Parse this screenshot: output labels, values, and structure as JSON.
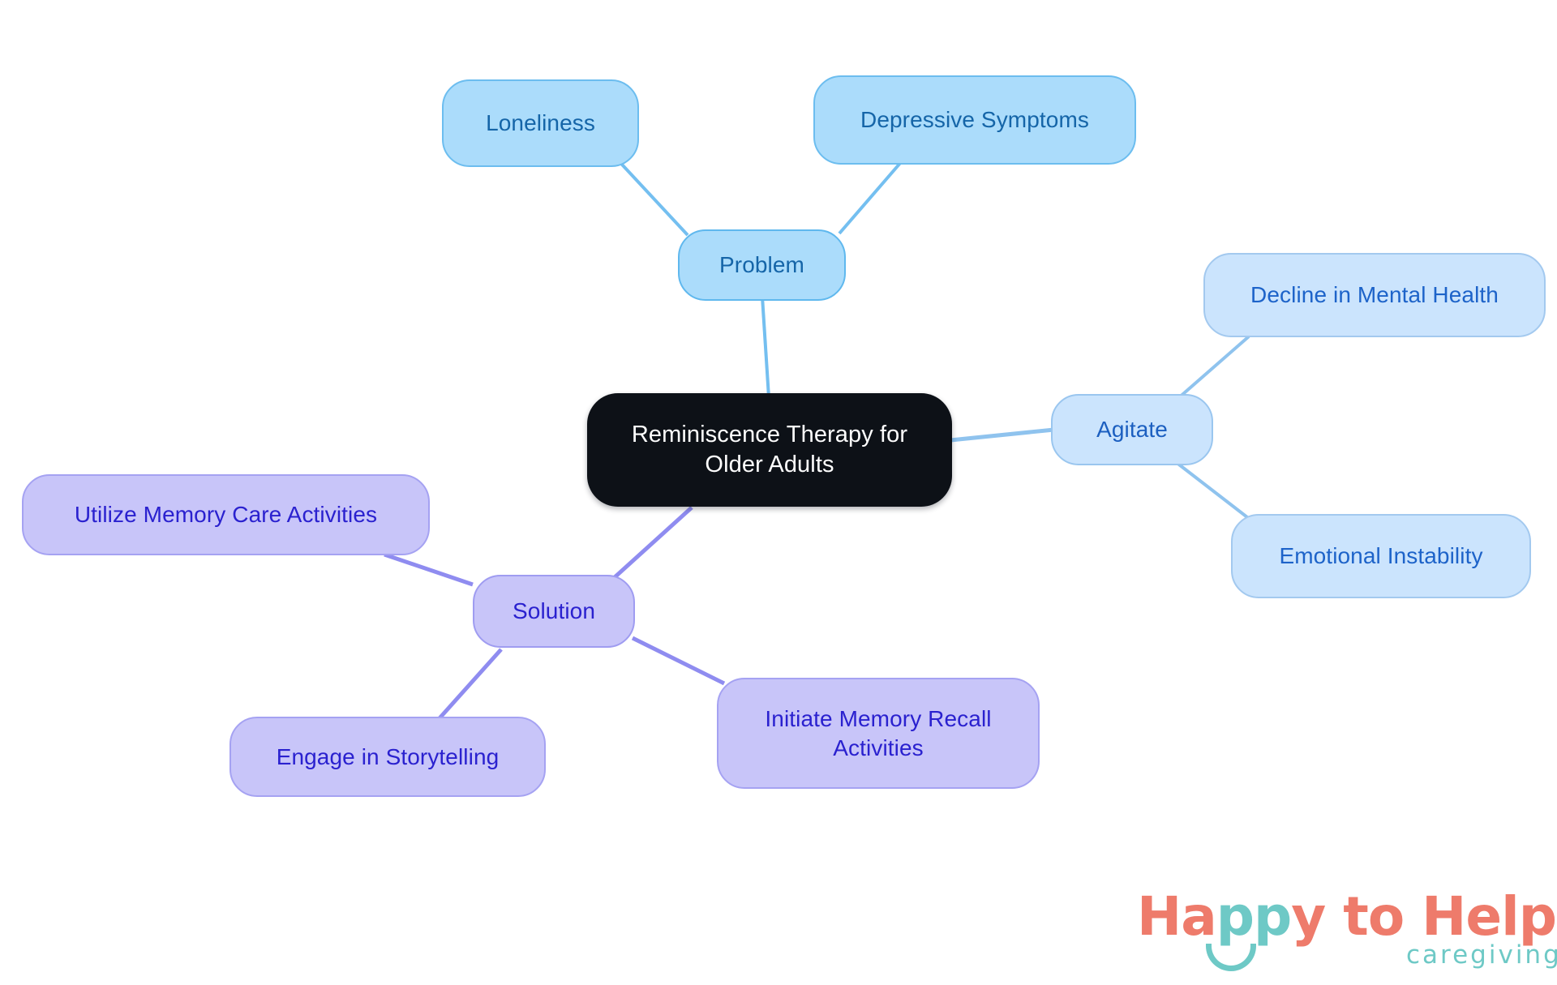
{
  "page": {
    "background_color": "#ffffff",
    "type": "mindmap"
  },
  "mindmap": {
    "root": {
      "label": "Reminiscence Therapy for\nOlder Adults",
      "fill": "#0d1117",
      "text_color": "#ffffff"
    },
    "branches": [
      {
        "id": "problem",
        "label": "Problem",
        "fill": "#abdcfb",
        "border": "#5fb8ee",
        "text_color": "#1565a8",
        "edge_color": "#74bff0",
        "children": [
          {
            "id": "loneliness",
            "label": "Loneliness"
          },
          {
            "id": "depressive-symptoms",
            "label": "Depressive Symptoms"
          }
        ]
      },
      {
        "id": "agitate",
        "label": "Agitate",
        "fill": "#cbe4fd",
        "border": "#9ac6ef",
        "text_color": "#1c5fc0",
        "edge_color": "#8fc3ee",
        "children": [
          {
            "id": "decline-in-mental-health",
            "label": "Decline in Mental Health"
          },
          {
            "id": "emotional-instability",
            "label": "Emotional Instability"
          }
        ]
      },
      {
        "id": "solution",
        "label": "Solution",
        "fill": "#c8c5f9",
        "border": "#9f9cf1",
        "text_color": "#2a21cf",
        "edge_color": "#8f8cf0",
        "children": [
          {
            "id": "utilize-memory-care-activities",
            "label": "Utilize Memory Care Activities"
          },
          {
            "id": "engage-in-storytelling",
            "label": "Engage in Storytelling"
          },
          {
            "id": "initiate-memory-recall-activities",
            "label": "Initiate Memory Recall\nActivities"
          }
        ]
      }
    ]
  },
  "logo": {
    "word_happy_pre": "Ha",
    "word_happy_pp": "pp",
    "word_happy_post": "y to Help",
    "tagline": "caregiving",
    "coral": "#ee7b6b",
    "teal": "#6ec9c6"
  }
}
